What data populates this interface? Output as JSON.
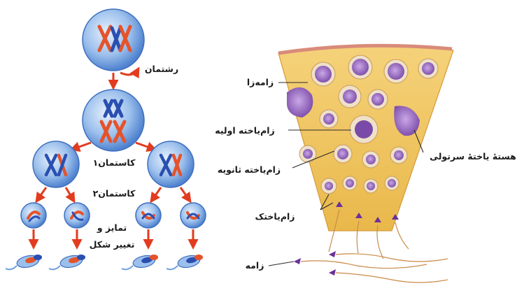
{
  "labels": {
    "crossing_over": "رشتمان",
    "meiosis_1": "کاستمان۱",
    "meiosis_2": "کاستمان۲",
    "differentiation_line1": "تمایز و",
    "differentiation_line2": "تغییر شکل",
    "spermatogonium": "زامه‌زا",
    "primary_spermatocyte": "زام‌یاخته اولیه",
    "secondary_spermatocyte": "زام‌یاخته ثانویه",
    "spermatid": "زام‌یاختک",
    "sertoli_nucleus": "هستهٔ یاختهٔ سرتولی",
    "sperm": "زامه"
  },
  "colors": {
    "cell_blue": "#5b8ed6",
    "chromosome_blue": "#2a4fb0",
    "chromosome_red": "#e5532b",
    "arrow_red": "#e23b1f",
    "tissue_yellow": "#f2c75a",
    "nucleus_purple": "#8a5bb8"
  }
}
